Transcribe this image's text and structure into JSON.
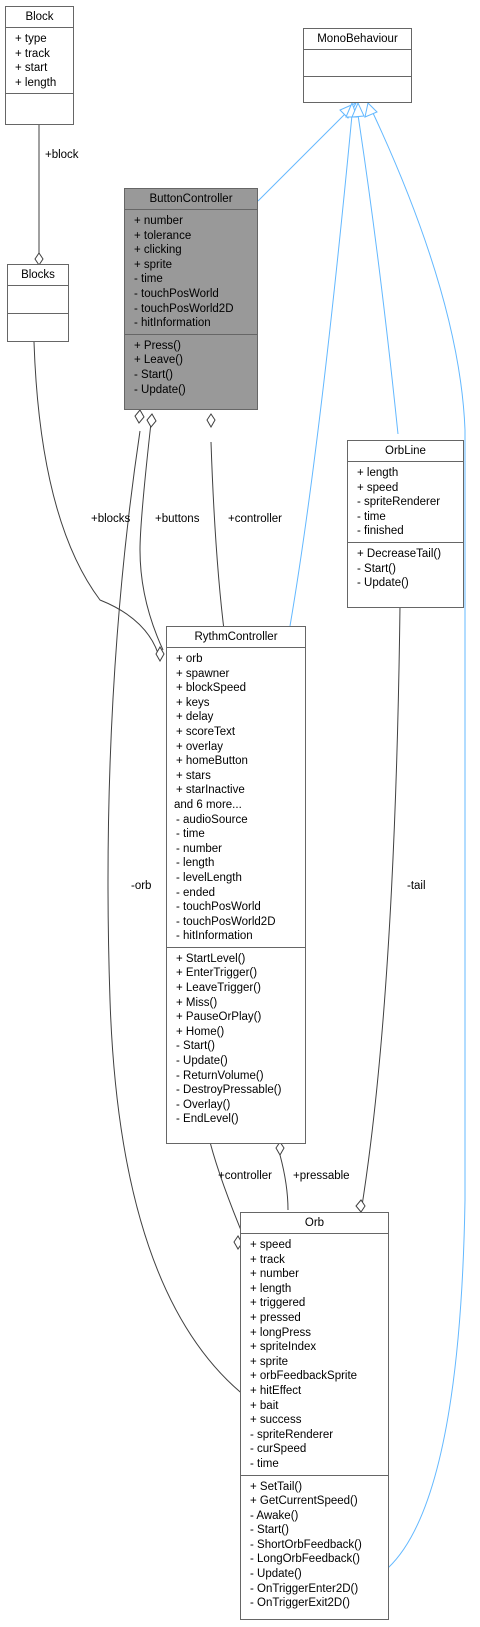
{
  "classes": {
    "block": {
      "name": "Block",
      "attributes": [
        "+ type",
        "+ track",
        "+ start",
        "+ length"
      ],
      "operations": []
    },
    "monobehaviour": {
      "name": "MonoBehaviour",
      "attributes": [],
      "operations": []
    },
    "buttoncontroller": {
      "name": "ButtonController",
      "attributes": [
        "+ number",
        "+ tolerance",
        "+ clicking",
        "+ sprite",
        "- time",
        "- touchPosWorld",
        "- touchPosWorld2D",
        "- hitInformation"
      ],
      "operations": [
        "+ Press()",
        "+ Leave()",
        "- Start()",
        "- Update()"
      ]
    },
    "blocks": {
      "name": "Blocks",
      "attributes": [],
      "operations": []
    },
    "orbline": {
      "name": "OrbLine",
      "attributes": [
        "+ length",
        "+ speed",
        "- spriteRenderer",
        "- time",
        "- finished"
      ],
      "operations": [
        "+ DecreaseTail()",
        "- Start()",
        "- Update()"
      ]
    },
    "rythmcontroller": {
      "name": "RythmController",
      "attributes": [
        "+ orb",
        "+ spawner",
        "+ blockSpeed",
        "+ keys",
        "+ delay",
        "+ scoreText",
        "+ overlay",
        "+ homeButton",
        "+ stars",
        "+ starInactive",
        "and 6 more...",
        "- audioSource",
        "- time",
        "- number",
        "- length",
        "- levelLength",
        "- ended",
        "- touchPosWorld",
        "- touchPosWorld2D",
        "- hitInformation"
      ],
      "operations": [
        "+ StartLevel()",
        "+ EnterTrigger()",
        "+ LeaveTrigger()",
        "+ Miss()",
        "+ PauseOrPlay()",
        "+ Home()",
        "- Start()",
        "- Update()",
        "- ReturnVolume()",
        "- DestroyPressable()",
        "- Overlay()",
        "- EndLevel()"
      ]
    },
    "orb": {
      "name": "Orb",
      "attributes": [
        "+ speed",
        "+ track",
        "+ number",
        "+ length",
        "+ triggered",
        "+ pressed",
        "+ longPress",
        "+ spriteIndex",
        "+ sprite",
        "+ orbFeedbackSprite",
        "+ hitEffect",
        "+ bait",
        "+ success",
        "- spriteRenderer",
        "- curSpeed",
        "- time"
      ],
      "operations": [
        "+ SetTail()",
        "+ GetCurrentSpeed()",
        "- Awake()",
        "- Start()",
        "- ShortOrbFeedback()",
        "- LongOrbFeedback()",
        "- Update()",
        "- OnTriggerEnter2D()",
        "- OnTriggerExit2D()"
      ]
    }
  },
  "edge_labels": {
    "block": "+block",
    "blocks": "+blocks",
    "buttons": "+buttons",
    "controller_bc": "+controller",
    "orb": "-orb",
    "tail": "-tail",
    "controller_orb": "+controller",
    "pressable": "+pressable"
  },
  "colors": {
    "inheritance": "#63b8ff",
    "association": "#404040",
    "highlight_fill": "#999999"
  }
}
